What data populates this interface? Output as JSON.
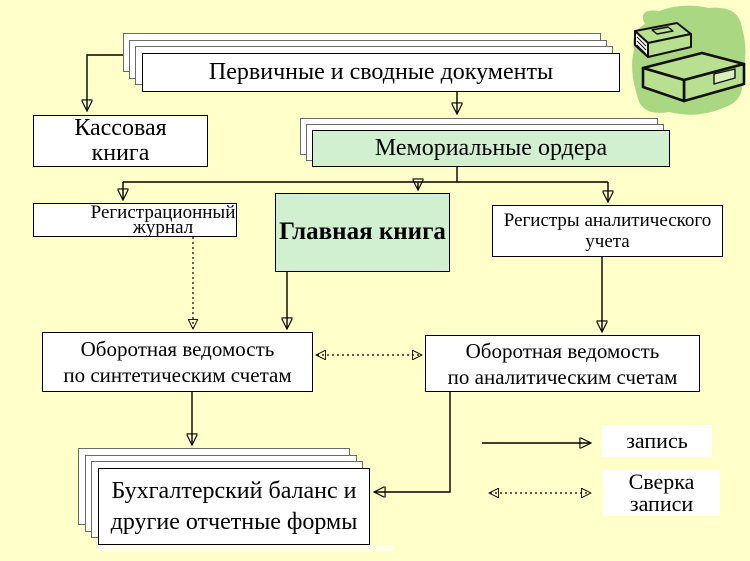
{
  "background": "#FFFFC9",
  "colors": {
    "box_green": "#D0F0D0",
    "blob_green": "#AAD882",
    "box_white": "#FFFFFF",
    "line_black": "#000000"
  },
  "nodes": {
    "primary_docs": {
      "label": "Первичные и сводные документы"
    },
    "cash_book": {
      "line1": "Кассовая",
      "line2": "книга"
    },
    "memorial_orders": {
      "label": "Мемориальные ордера"
    },
    "registration_journal": {
      "line1": "Регистрационный",
      "line2": "журнал"
    },
    "general_ledger": {
      "label": "Главная книга"
    },
    "analytical_registers": {
      "line1": "Регистры аналитического",
      "line2": "учета"
    },
    "synthetic_statement": {
      "line1": "Оборотная ведомость",
      "line2": "по синтетическим счетам"
    },
    "analytical_statement": {
      "line1": "Оборотная ведомость",
      "line2": "по аналитическим счетам"
    },
    "balance_report": {
      "line1": "Бухгалтерский баланс и",
      "line2": "другие отчетные формы"
    }
  },
  "legend": {
    "record": {
      "label": "запись"
    },
    "reconciliation": {
      "line1": "Сверка",
      "line2": "записи"
    }
  },
  "icons": {
    "books": "two-books-clipart"
  }
}
